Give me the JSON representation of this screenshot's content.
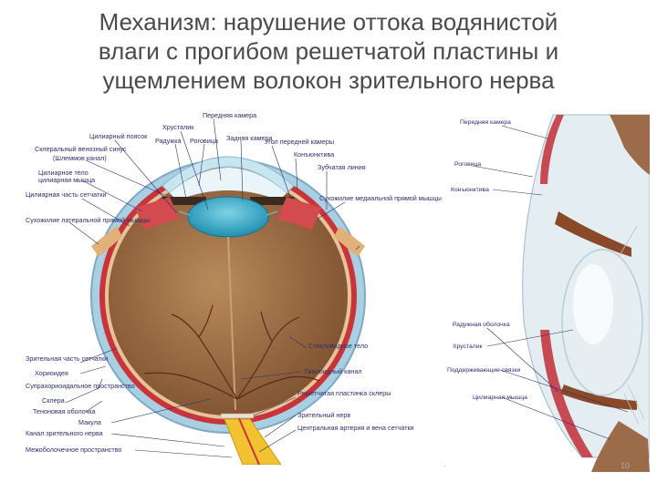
{
  "title": {
    "line1": "Механизм: нарушение оттока водянистой",
    "line2": "влаги с прогибом решетчатой пластины и",
    "line3": "ущемлением волокон зрительного нерва"
  },
  "left_diagram": {
    "labels": {
      "top": [
        "Передняя камера",
        "Хрусталик",
        "Цилиарный поясок",
        "Радужка",
        "Роговица",
        "Задняя камера",
        "Угол передней камеры",
        "Конъюнктива"
      ],
      "left": [
        "Склеральный венозный синус",
        "(Шлеммов канал)",
        "Цилиарное тело",
        "цилиарная мышца",
        "Цилиарная часть сетчатки",
        "Сухожилие латеральной прямой мышцы"
      ],
      "right": [
        "Зубчатая линия",
        "Сухожилие медиальной прямой мышцы"
      ],
      "bottom_left": [
        "Зрительная часть сетчатки",
        "Хориоидея",
        "Супрахориоидальное пространство",
        "Склера",
        "Теноновая оболочка",
        "Макула",
        "Канал зрительного нерва",
        "Межоболочечное пространство"
      ],
      "bottom_right": [
        "Стекловидное тело",
        "Гиалоидный канал",
        "Решетчатая пластинка склеры",
        "Зрительный нерв",
        "Центральная артерия и вена сетчатки"
      ]
    }
  },
  "right_diagram": {
    "labels": [
      "Передняя камера",
      "Роговица",
      "Конъюнктива",
      "Радужная оболочка",
      "Хрусталик",
      "Поддерживающие связки",
      "Цилиарная мышца"
    ]
  },
  "colors": {
    "sclera": "#9ec6dc",
    "choroid": "#c9343a",
    "vitreous": "#9b6a3f",
    "optic_nerve": "#f2c230",
    "lens": "#2aa7c6",
    "title": "#4a4a4a"
  },
  "page_marks": {
    "left": "·",
    "right": "10"
  }
}
